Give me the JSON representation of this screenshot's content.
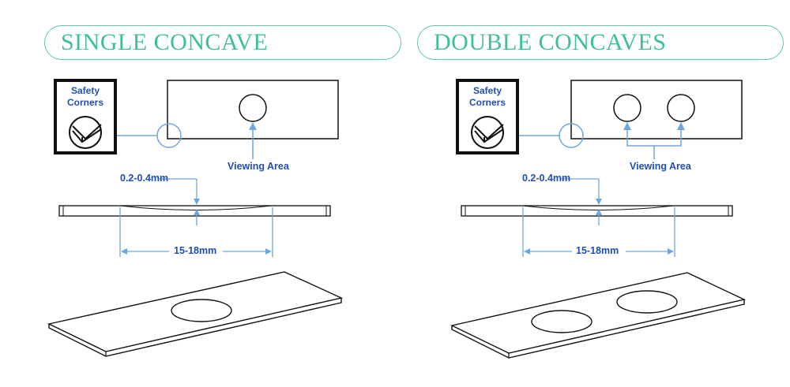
{
  "panels": [
    {
      "title": "SINGLE CONCAVE",
      "safety_label": "Safety Corners",
      "depth_label": "0.2-0.4mm",
      "diameter_label": "15-18mm",
      "viewing_label": "Viewing Area",
      "wells": 1
    },
    {
      "title": "DOUBLE CONCAVES",
      "safety_label": "Safety Corners",
      "depth_label": "0.2-0.4mm",
      "diameter_label": "15-18mm",
      "viewing_label": "Viewing Area",
      "wells": 2
    }
  ],
  "colors": {
    "title": "#3fbf99",
    "dimension": "#6ea6dd",
    "label": "#1f4fb3",
    "outline": "#111111"
  }
}
